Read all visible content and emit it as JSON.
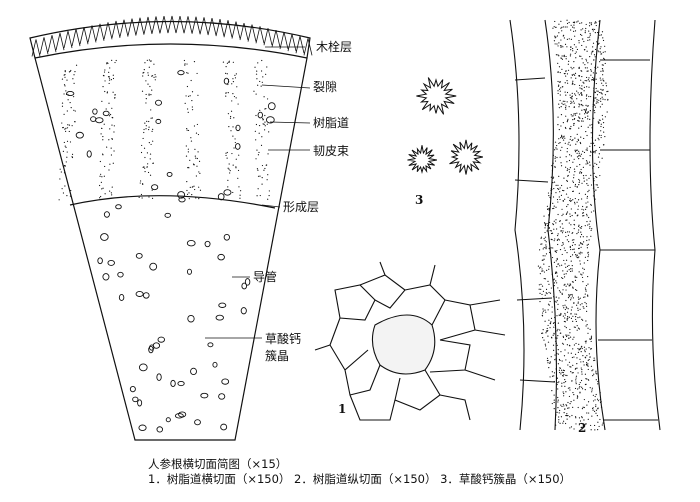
{
  "labels": {
    "cork": "木栓层",
    "cleft": "裂隙",
    "resin_canal": "树脂道",
    "phloem": "韧皮束",
    "cambium": "形成层",
    "vessel": "导管",
    "crystal_line1": "草酸钙",
    "crystal_line2": "簇晶"
  },
  "figure_numbers": {
    "fig1": "1",
    "fig2": "2",
    "fig3": "3"
  },
  "caption": {
    "title": "人参根横切面简图（×15）",
    "items": "1．树脂道横切面（×150）  2．树脂道纵切面（×150）  3．草酸钙簇晶（×150）"
  },
  "colors": {
    "ink": "#111111",
    "background": "#ffffff"
  }
}
